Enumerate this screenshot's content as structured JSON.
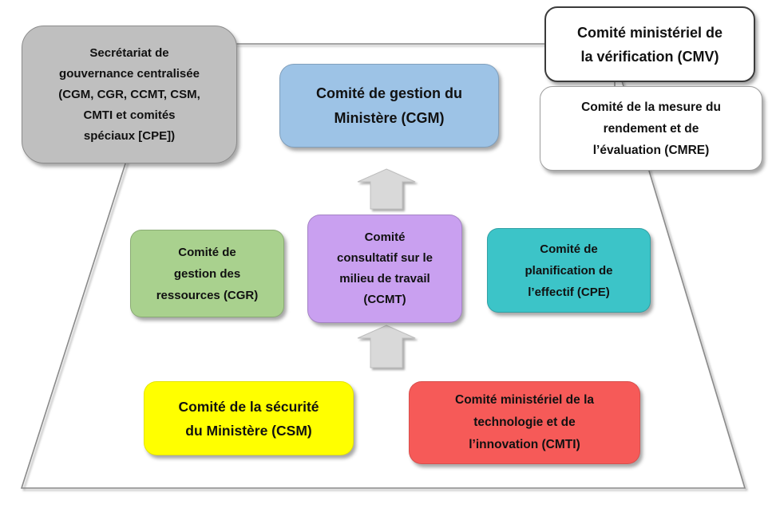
{
  "boxes": {
    "secretariat": {
      "lines": [
        "Secrétariat de",
        "gouvernance centralisée",
        "(CGM, CGR, CCMT, CSM,",
        "CMTI et comités",
        "spéciaux [CPE])"
      ],
      "color": "#BFBFBF"
    },
    "cgm": {
      "lines": [
        "Comité de gestion du",
        "Ministère (CGM)"
      ],
      "color": "#9DC3E6"
    },
    "cmv": {
      "lines": [
        "Comité ministériel de",
        "la vérification (CMV)"
      ],
      "color": "#FFFFFF"
    },
    "cmre": {
      "lines": [
        "Comité de la mesure du",
        "rendement et de",
        "l’évaluation (CMRE)"
      ],
      "color": "#FFFFFF"
    },
    "cgr": {
      "lines": [
        "Comité de",
        "gestion des",
        "ressources (CGR)"
      ],
      "color": "#A9D18E"
    },
    "ccmt": {
      "lines": [
        "Comité",
        "consultatif sur le",
        "milieu de travail",
        "(CCMT)"
      ],
      "color": "#C9A0F0"
    },
    "cpe": {
      "lines": [
        "Comité de",
        "planification de",
        "l’effectif (CPE)"
      ],
      "color": "#3CC4C8"
    },
    "csm": {
      "lines": [
        "Comité de la sécurité",
        "du Ministère (CSM)"
      ],
      "color": "#FFFF00"
    },
    "cmti": {
      "lines": [
        "Comité ministériel de la",
        "technologie et de",
        "l’innovation (CMTI)"
      ],
      "color": "#F65A58"
    }
  },
  "colors": {
    "line_gray": "#8A8A8A",
    "arrow_fill": "#D9D9D9"
  }
}
